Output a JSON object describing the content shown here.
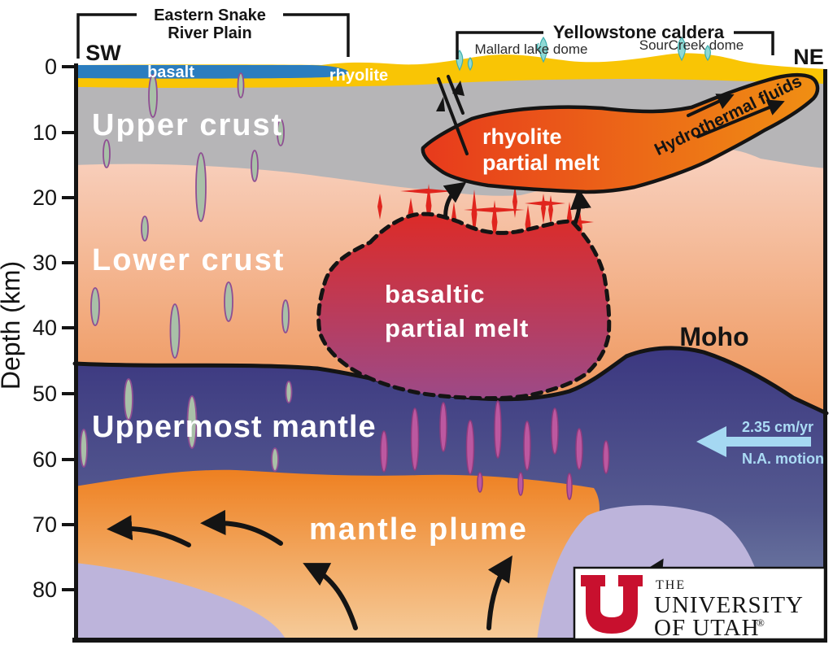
{
  "header": {
    "left_bracket_line1": "Eastern Snake",
    "left_bracket_line2": "River Plain",
    "right_bracket_label": "Yellowstone caldera",
    "sw": "SW",
    "ne": "NE",
    "mallard_dome": "Mallard lake dome",
    "sourcreek_dome": "SourCreek dome"
  },
  "axis": {
    "label": "Depth (km)",
    "ticks": [
      "0",
      "10",
      "20",
      "30",
      "40",
      "50",
      "60",
      "70",
      "80"
    ]
  },
  "surface": {
    "basalt": "basalt",
    "rhyolite": "rhyolite"
  },
  "layers": {
    "upper_crust": "Upper crust",
    "lower_crust": "Lower crust",
    "uppermost_mantle": "Uppermost mantle",
    "mantle_plume": "mantle plume",
    "moho": "Moho"
  },
  "features": {
    "rhyolite_melt_line1": "rhyolite",
    "rhyolite_melt_line2": "partial melt",
    "basaltic_melt_line1": "basaltic",
    "basaltic_melt_line2": "partial melt",
    "hydrothermal": "Hydrothermal fluids",
    "na_rate": "2.35 cm/yr",
    "na_label": "N.A. motion"
  },
  "logo": {
    "the": "THE",
    "university": "UNIVERSITY",
    "of_utah": "OF UTAH",
    "registered": "®"
  },
  "colors": {
    "basalt_blue": "#2B7DBF",
    "rhyolite_yellow": "#F9C505",
    "upper_crust_gray": "#B6B5B7",
    "lower_crust_top": "#F8CFBC",
    "lower_crust_bottom": "#EE9457",
    "mantle_top": "#3B3780",
    "mantle_bottom": "#7C8CAC",
    "plume_top": "#EE7F1F",
    "plume_bottom": "#F6CE9E",
    "lavender": "#BDB4DB",
    "rhyolite_melt_left": "#E73A1C",
    "rhyolite_melt_right": "#F08F13",
    "basaltic_melt_top": "#DC2B28",
    "basaltic_melt_bottom": "#9C4A88",
    "dike_green": "#A9C0A8",
    "dike_outline_purple": "#8F4E93",
    "mantle_dike_magenta": "#BC58A0",
    "red_dike": "#E0251E",
    "na_arrow_blue": "#A5D8F2",
    "utah_red": "#C8102E"
  }
}
